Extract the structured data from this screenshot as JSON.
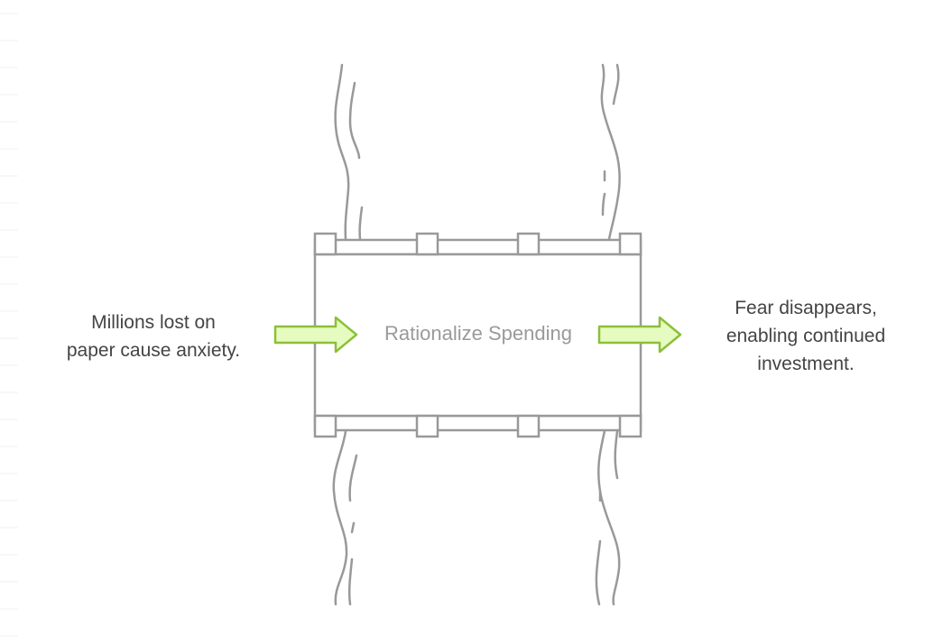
{
  "diagram": {
    "center_label": "Rationalize Spending",
    "input_text": [
      "Millions lost on",
      "paper cause anxiety."
    ],
    "output_text": [
      "Fear disappears,",
      "enabling continued",
      "investment."
    ],
    "colors": {
      "stroke": "#999999",
      "arrow_fill": "#e6fbbf",
      "arrow_stroke": "#8cbf3a",
      "text": "#444444"
    }
  }
}
